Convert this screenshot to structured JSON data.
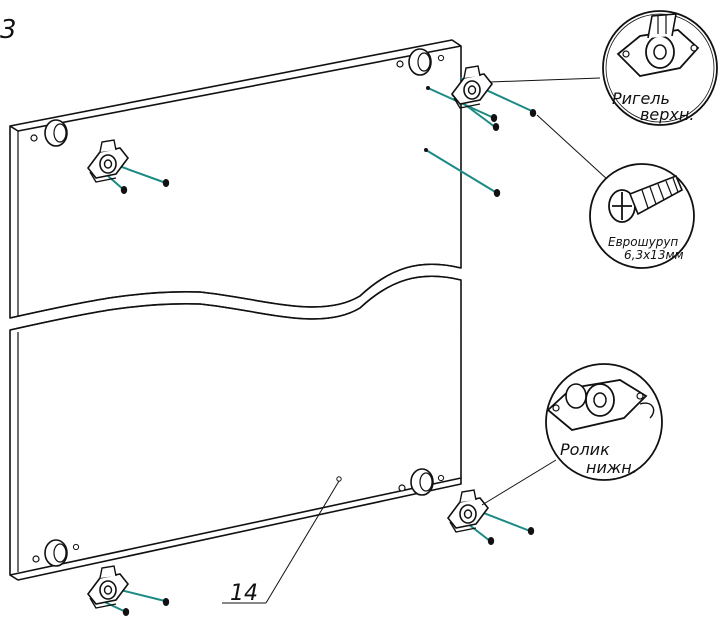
{
  "figure_number": "3",
  "callouts": {
    "top_latch": {
      "line1": "Ригель",
      "line2": "верхн."
    },
    "screw": {
      "line1": "Еврошуруп",
      "line2": "6,3х13мм"
    },
    "bottom_roller": {
      "line1": "Ролик",
      "line2": "нижн."
    }
  },
  "part_number": "14",
  "colors": {
    "line": "#111111",
    "screw_axis": "#1a8a84",
    "panel": "#ffffff"
  }
}
